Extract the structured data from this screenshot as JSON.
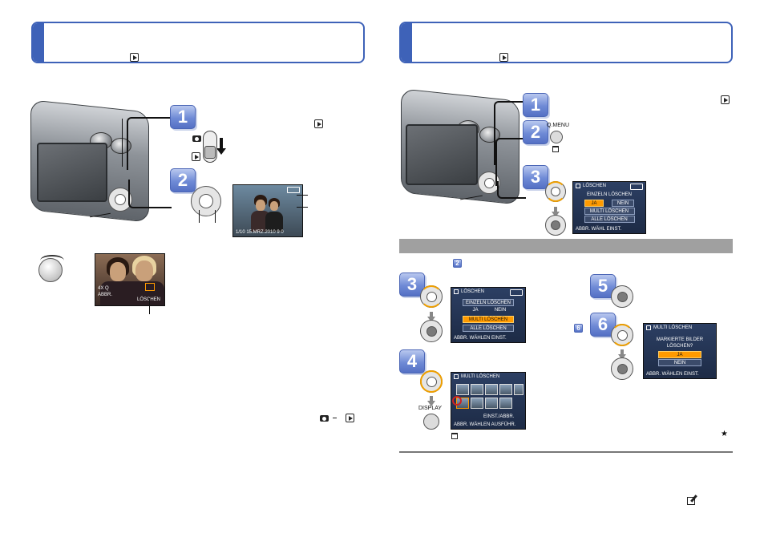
{
  "page_left": {
    "header": {
      "icon": "playback-icon"
    },
    "step1": {
      "number": "1"
    },
    "step2": {
      "number": "2"
    },
    "screen_step2": {
      "footer": "1/10  15.MRZ.2010  9 0"
    },
    "zoom_screen": {
      "line1": "4X  Q",
      "line2": "ABBR.",
      "delete": "LÖSCHEN"
    }
  },
  "page_right": {
    "header": {
      "icon": "playback-icon"
    },
    "step1": {
      "number": "1"
    },
    "step2": {
      "number": "2",
      "button_label": "Q.MENU"
    },
    "step3": {
      "number": "3",
      "screen": {
        "title": "LÖSCHEN",
        "question": "EINZELN LÖSCHEN",
        "yes": "JA",
        "no": "NEIN",
        "multi": "MULTI LÖSCHEN",
        "all": "ALLE LÖSCHEN",
        "footer": "ABBR.  WÄHL  EINST."
      }
    },
    "section_bar": {
      "step_ref": "2"
    },
    "sub_step3": {
      "number": "3",
      "screen": {
        "title": "LÖSCHEN",
        "single": "EINZELN LÖSCHEN",
        "yes": "JA",
        "no": "NEIN",
        "multi": "MULTI LÖSCHEN",
        "all": "ALLE LÖSCHEN",
        "footer": "ABBR.  WÄHLEN  EINST."
      }
    },
    "sub_step4": {
      "number": "4",
      "button_label": "DISPLAY",
      "screen": {
        "title": "MULTI LÖSCHEN",
        "set_label": "EINST./ABBR.",
        "footer": "ABBR.  WÄHLEN  AUSFÜHR."
      }
    },
    "sub_step5": {
      "number": "5"
    },
    "sub_step6": {
      "number": "6",
      "ref": "6",
      "screen": {
        "title": "MULTI LÖSCHEN",
        "question_line1": "MARKIERTE BILDER",
        "question_line2": "LÖSCHEN?",
        "yes": "JA",
        "no": "NEIN",
        "footer": "ABBR.  WÄHLEN  EINST."
      }
    },
    "star": "★"
  }
}
